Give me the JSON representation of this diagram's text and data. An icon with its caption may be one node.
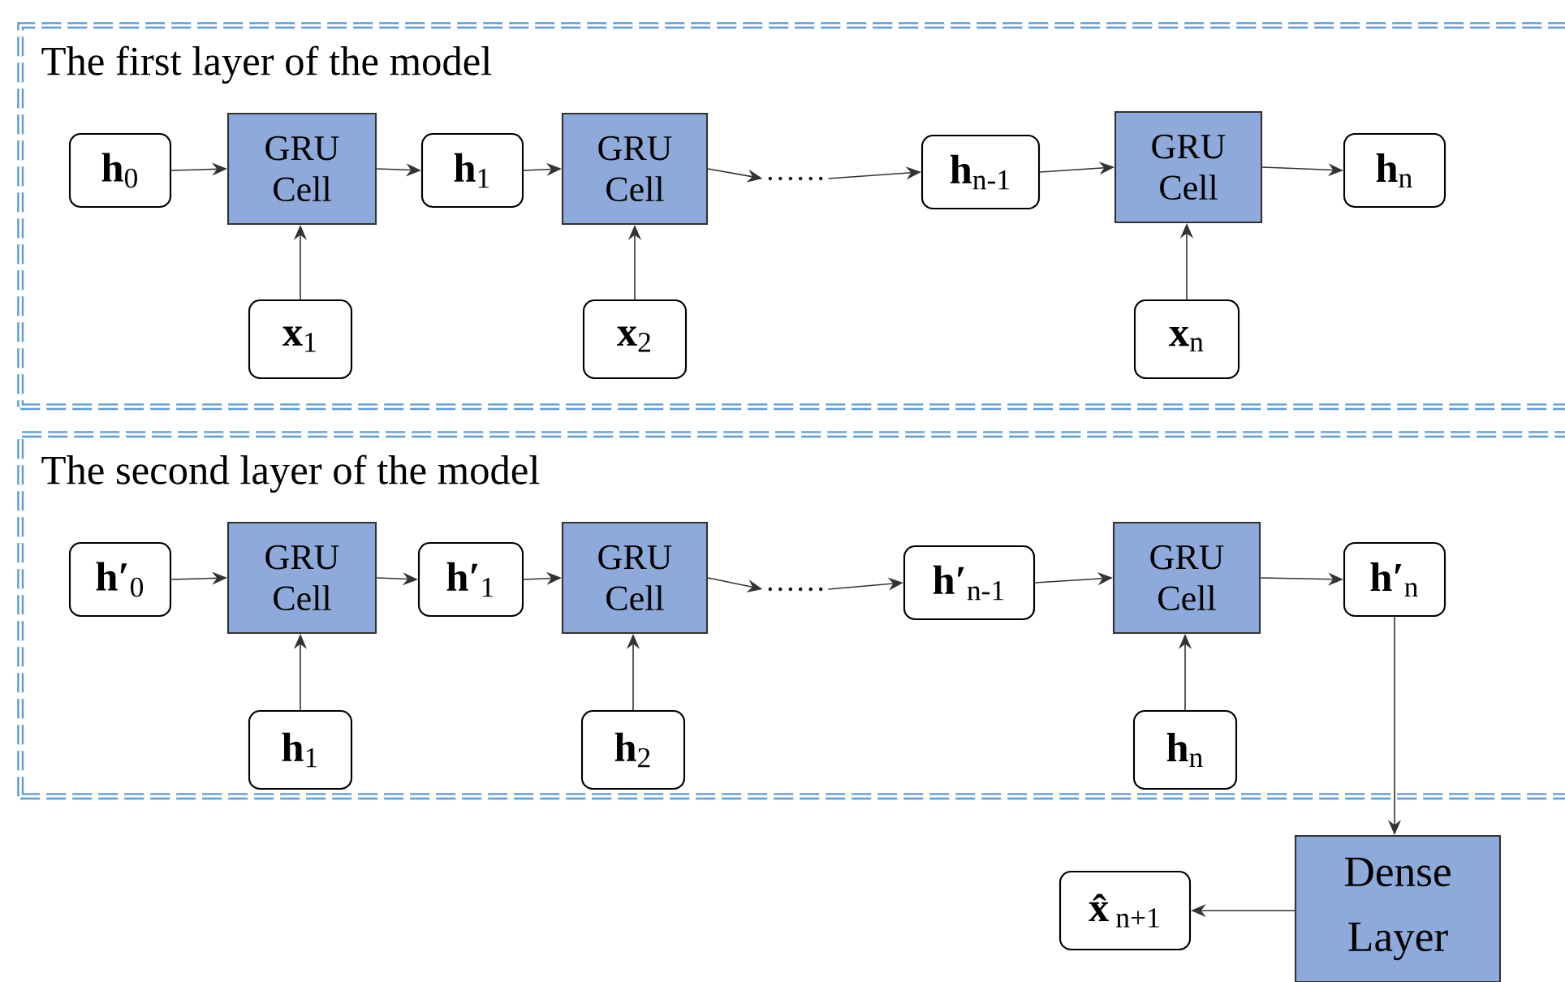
{
  "diagram": {
    "nodes": [
      {
        "text": [
          "The first layer of the model"
        ]
      },
      {
        "text": [
          "**h**$_{0}$"
        ],
        "in": 0
      },
      {
        "text": [
          "GRU Cell"
        ],
        "in": 0
      },
      {
        "text": [
          "**h**$_{1}$"
        ],
        "in": 0
      },
      {
        "text": [
          "GRU Cell"
        ],
        "in": 0
      },
      {
        "text": [
          "……"
        ],
        "in": 0
      },
      {
        "text": [
          "**h**$_{n-1}$"
        ],
        "in": 0
      },
      {
        "text": [
          "GRU Cell"
        ],
        "in": 0
      },
      {
        "text": [
          "**h**$_{n}$"
        ],
        "in": 0
      },
      {
        "text": [
          "**x**$_{1}$"
        ],
        "in": 0
      },
      {
        "text": [
          "**x**$_{2}$"
        ],
        "in": 0
      },
      {
        "text": [
          "**x**$_{n}$"
        ],
        "in": 0
      },
      {
        "text": [
          "The second layer of the model"
        ]
      },
      {
        "text": [
          "**h′**$_{0}$"
        ],
        "in": 12
      },
      {
        "text": [
          "GRU Cell"
        ],
        "in": 12
      },
      {
        "text": [
          "**h′**$_{1}$"
        ],
        "in": 12
      },
      {
        "text": [
          "GRU Cell"
        ],
        "in": 12
      },
      {
        "text": [
          "……"
        ],
        "in": 12
      },
      {
        "text": [
          "**h′**$_{n-1}$"
        ],
        "in": 12
      },
      {
        "text": [
          "GRU Cell"
        ],
        "in": 12
      },
      {
        "text": [
          "**h′**$_{n}$"
        ],
        "in": 12
      },
      {
        "text": [
          "**h**$_{1}$"
        ],
        "in": 12
      },
      {
        "text": [
          "**h**$_{2}$"
        ],
        "in": 12
      },
      {
        "text": [
          "**h**$_{n}$"
        ],
        "in": 12
      },
      {
        "text": [
          "Dense Layer"
        ]
      },
      {
        "text": [
          "**x̂**$_{n+1}$"
        ]
      }
    ],
    "edges": [
      {
        "from": 1,
        "to": 2,
        "arrow": "to"
      },
      {
        "from": 2,
        "to": 3,
        "arrow": "to"
      },
      {
        "from": 3,
        "to": 4,
        "arrow": "to"
      },
      {
        "from": 4,
        "to": 5,
        "arrow": "to"
      },
      {
        "from": 5,
        "to": 6,
        "arrow": "to"
      },
      {
        "from": 6,
        "to": 7,
        "arrow": "to"
      },
      {
        "from": 7,
        "to": 8,
        "arrow": "to"
      },
      {
        "from": 9,
        "to": 2,
        "arrow": "to"
      },
      {
        "from": 10,
        "to": 4,
        "arrow": "to"
      },
      {
        "from": 11,
        "to": 7,
        "arrow": "to"
      },
      {
        "from": 13,
        "to": 14,
        "arrow": "to"
      },
      {
        "from": 14,
        "to": 15,
        "arrow": "to"
      },
      {
        "from": 15,
        "to": 16,
        "arrow": "to"
      },
      {
        "from": 16,
        "to": 17,
        "arrow": "to"
      },
      {
        "from": 17,
        "to": 18,
        "arrow": "to"
      },
      {
        "from": 18,
        "to": 19,
        "arrow": "to"
      },
      {
        "from": 19,
        "to": 20,
        "arrow": "to"
      },
      {
        "from": 21,
        "to": 14,
        "arrow": "to"
      },
      {
        "from": 22,
        "to": 16,
        "arrow": "to"
      },
      {
        "from": 23,
        "to": 19,
        "arrow": "to"
      },
      {
        "from": 20,
        "to": 24,
        "arrow": "to"
      },
      {
        "from": 24,
        "to": 25,
        "arrow": "to"
      }
    ]
  }
}
